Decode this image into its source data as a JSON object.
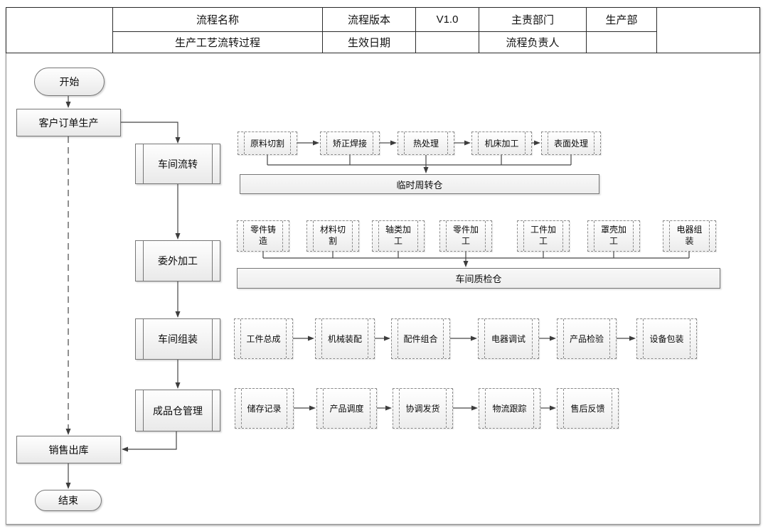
{
  "header": {
    "process_name_label": "流程名称",
    "process_name_value": "生产工艺流转过程",
    "version_label": "流程版本",
    "version_value": "V1.0",
    "effective_date_label": "生效日期",
    "effective_date_value": "",
    "dept_label": "主责部门",
    "dept_value": "生产部",
    "owner_label": "流程负责人",
    "owner_value": ""
  },
  "flow": {
    "start_label": "开始",
    "customer_order_label": "客户订单生产",
    "sales_out_label": "销售出库",
    "end_label": "结束",
    "stages": [
      {
        "label": "车间流转",
        "steps": [
          "原料切割",
          "矫正焊接",
          "热处理",
          "机床加工",
          "表面处理"
        ],
        "store": "临时周转仓"
      },
      {
        "label": "委外加工",
        "steps": [
          "零件铸\n造",
          "材料切\n割",
          "轴类加\n工",
          "零件加\n工",
          "工件加\n工",
          "罩壳加\n工",
          "电器组\n装"
        ],
        "store": "车间质检仓"
      },
      {
        "label": "车间组装",
        "steps": [
          "工件总成",
          "机械装配",
          "配件组合",
          "电器调试",
          "产品检验",
          "设备包装"
        ]
      },
      {
        "label": "成品仓管理",
        "steps": [
          "储存记录",
          "产品调度",
          "协调发货",
          "物流跟踪",
          "售后反馈"
        ]
      }
    ]
  },
  "colors": {
    "box_border": "#767676",
    "dashed_border": "#8a8a8a",
    "connector": "#464646",
    "table_border": "#2b2b2b",
    "fill_top": "#ffffff",
    "fill_bottom": "#e9e9e9"
  }
}
